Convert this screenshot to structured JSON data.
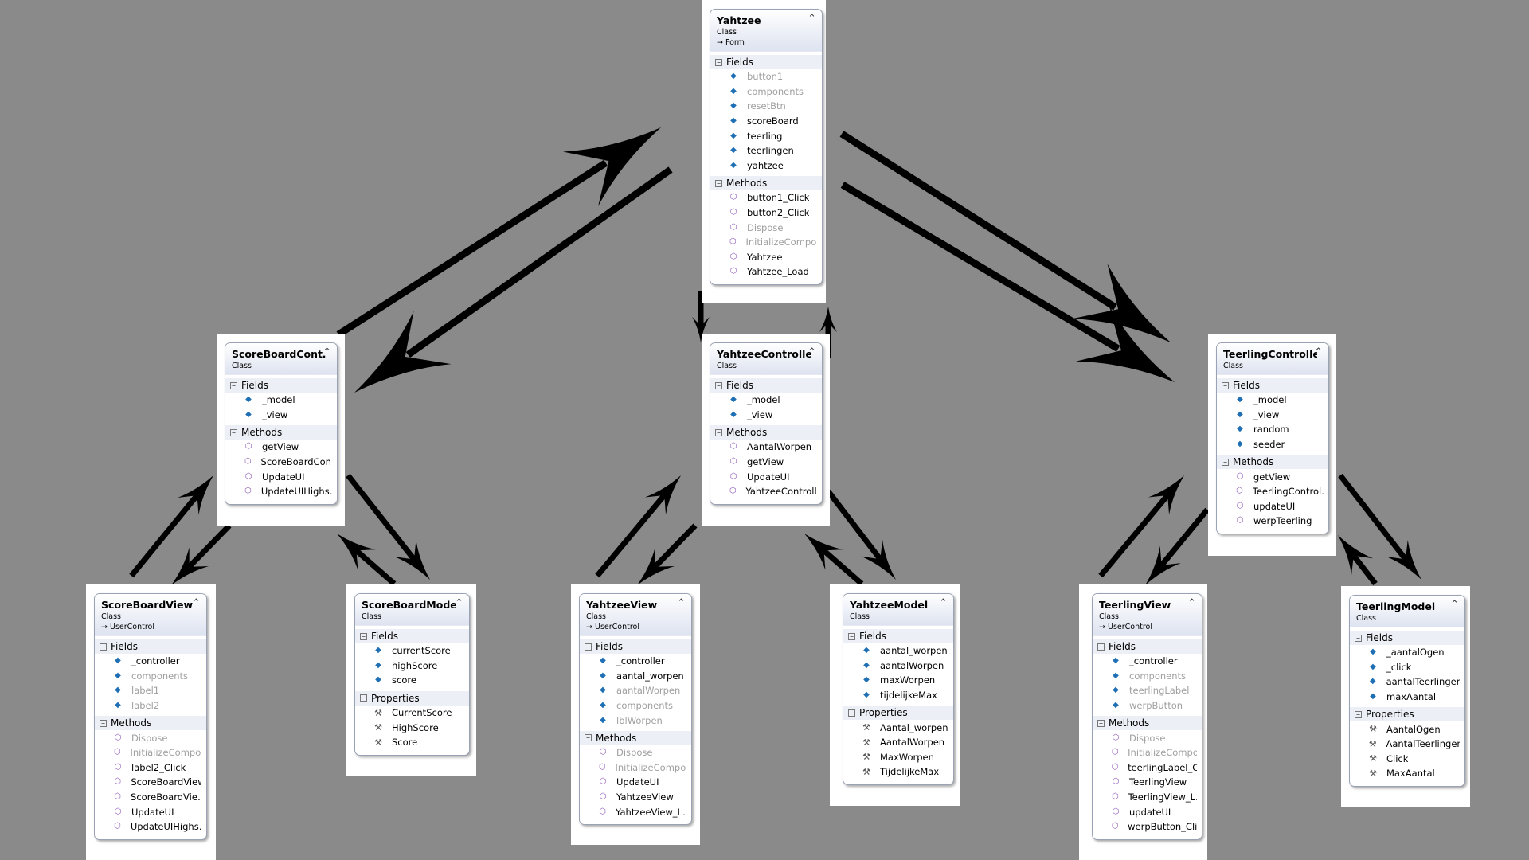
{
  "classes": {
    "yahtzee": {
      "name": "Yahtzee",
      "kind": "Class",
      "base": "Form",
      "fields_label": "Fields",
      "fields": [
        "button1",
        "components",
        "resetBtn",
        "scoreBoard",
        "teerling",
        "teerlingen",
        "yahtzee"
      ],
      "methods_label": "Methods",
      "methods": [
        "button1_Click",
        "button2_Click",
        "Dispose",
        "InitializeCompo…",
        "Yahtzee",
        "Yahtzee_Load"
      ]
    },
    "scoreboard_controller": {
      "name": "ScoreBoardCont…",
      "kind": "Class",
      "fields_label": "Fields",
      "fields": [
        "_model",
        "_view"
      ],
      "methods_label": "Methods",
      "methods": [
        "getView",
        "ScoreBoardCon…",
        "UpdateUI",
        "UpdateUIHighs…"
      ]
    },
    "yahtzee_controller": {
      "name": "YahtzeeController",
      "kind": "Class",
      "fields_label": "Fields",
      "fields": [
        "_model",
        "_view"
      ],
      "methods_label": "Methods",
      "methods": [
        "AantalWorpen",
        "getView",
        "UpdateUI",
        "YahtzeeControll…"
      ]
    },
    "teerling_controller": {
      "name": "TeerlingController",
      "kind": "Class",
      "fields_label": "Fields",
      "fields": [
        "_model",
        "_view",
        "random",
        "seeder"
      ],
      "methods_label": "Methods",
      "methods": [
        "getView",
        "TeerlingControl…",
        "updateUI",
        "werpTeerling"
      ]
    },
    "scoreboard_view": {
      "name": "ScoreBoardView",
      "kind": "Class",
      "base": "UserControl",
      "fields_label": "Fields",
      "fields": [
        "_controller",
        "components",
        "label1",
        "label2"
      ],
      "methods_label": "Methods",
      "methods": [
        "Dispose",
        "InitializeCompo…",
        "label2_Click",
        "ScoreBoardView",
        "ScoreBoardVie…",
        "UpdateUI",
        "UpdateUIHighs…"
      ]
    },
    "scoreboard_model": {
      "name": "ScoreBoardModel",
      "kind": "Class",
      "fields_label": "Fields",
      "fields": [
        "currentScore",
        "highScore",
        "score"
      ],
      "properties_label": "Properties",
      "properties": [
        "CurrentScore",
        "HighScore",
        "Score"
      ]
    },
    "yahtzee_view": {
      "name": "YahtzeeView",
      "kind": "Class",
      "base": "UserControl",
      "fields_label": "Fields",
      "fields": [
        "_controller",
        "aantal_worpen",
        "aantalWorpen",
        "components",
        "lblWorpen"
      ],
      "methods_label": "Methods",
      "methods": [
        "Dispose",
        "InitializeCompo…",
        "UpdateUI",
        "YahtzeeView",
        "YahtzeeView_L…"
      ]
    },
    "yahtzee_model": {
      "name": "YahtzeeModel",
      "kind": "Class",
      "fields_label": "Fields",
      "fields": [
        "aantal_worpen",
        "aantalWorpen",
        "maxWorpen",
        "tijdelijkeMax"
      ],
      "properties_label": "Properties",
      "properties": [
        "Aantal_worpen",
        "AantalWorpen",
        "MaxWorpen",
        "TijdelijkeMax"
      ]
    },
    "teerling_view": {
      "name": "TeerlingView",
      "kind": "Class",
      "base": "UserControl",
      "fields_label": "Fields",
      "fields": [
        "_controller",
        "components",
        "teerlingLabel",
        "werpButton"
      ],
      "methods_label": "Methods",
      "methods": [
        "Dispose",
        "InitializeCompo…",
        "teerlingLabel_C…",
        "TeerlingView",
        "TeerlingView_L…",
        "updateUI",
        "werpButton_Click"
      ]
    },
    "teerling_model": {
      "name": "TeerlingModel",
      "kind": "Class",
      "fields_label": "Fields",
      "fields": [
        "_aantalOgen",
        "_click",
        "aantalTeerlingen",
        "maxAantal"
      ],
      "properties_label": "Properties",
      "properties": [
        "AantalOgen",
        "AantalTeerlingen",
        "Click",
        "MaxAantal"
      ]
    }
  },
  "private_members": {
    "yahtzee": [
      "button1",
      "components",
      "resetBtn",
      "Dispose",
      "InitializeCompo…"
    ],
    "scoreboard_view": [
      "components",
      "label1",
      "label2",
      "Dispose",
      "InitializeCompo…"
    ],
    "yahtzee_view": [
      "aantalWerpen",
      "aantalWorpen",
      "components",
      "lblWorpen",
      "Dispose",
      "InitializeCompo…"
    ],
    "teerling_view": [
      "components",
      "teerlingLabel",
      "werpButton",
      "Dispose",
      "InitializeCompo…"
    ]
  },
  "icons": {
    "field": "field-icon",
    "method": "method-icon",
    "property": "property-icon",
    "collapse": "double-chevron-up-icon",
    "section_toggle": "minus-toggle-icon",
    "base": "inherits-arrow-icon"
  },
  "colors": {
    "background": "#8a8a8a",
    "box_border": "#9aa3b5",
    "header_gradient_end": "#dde3f0",
    "section_bg": "#eceff5",
    "field_icon": "#1f6fb5",
    "method_icon": "#8e59b8",
    "private_text": "#a0a0a0",
    "arrow": "#000000"
  }
}
